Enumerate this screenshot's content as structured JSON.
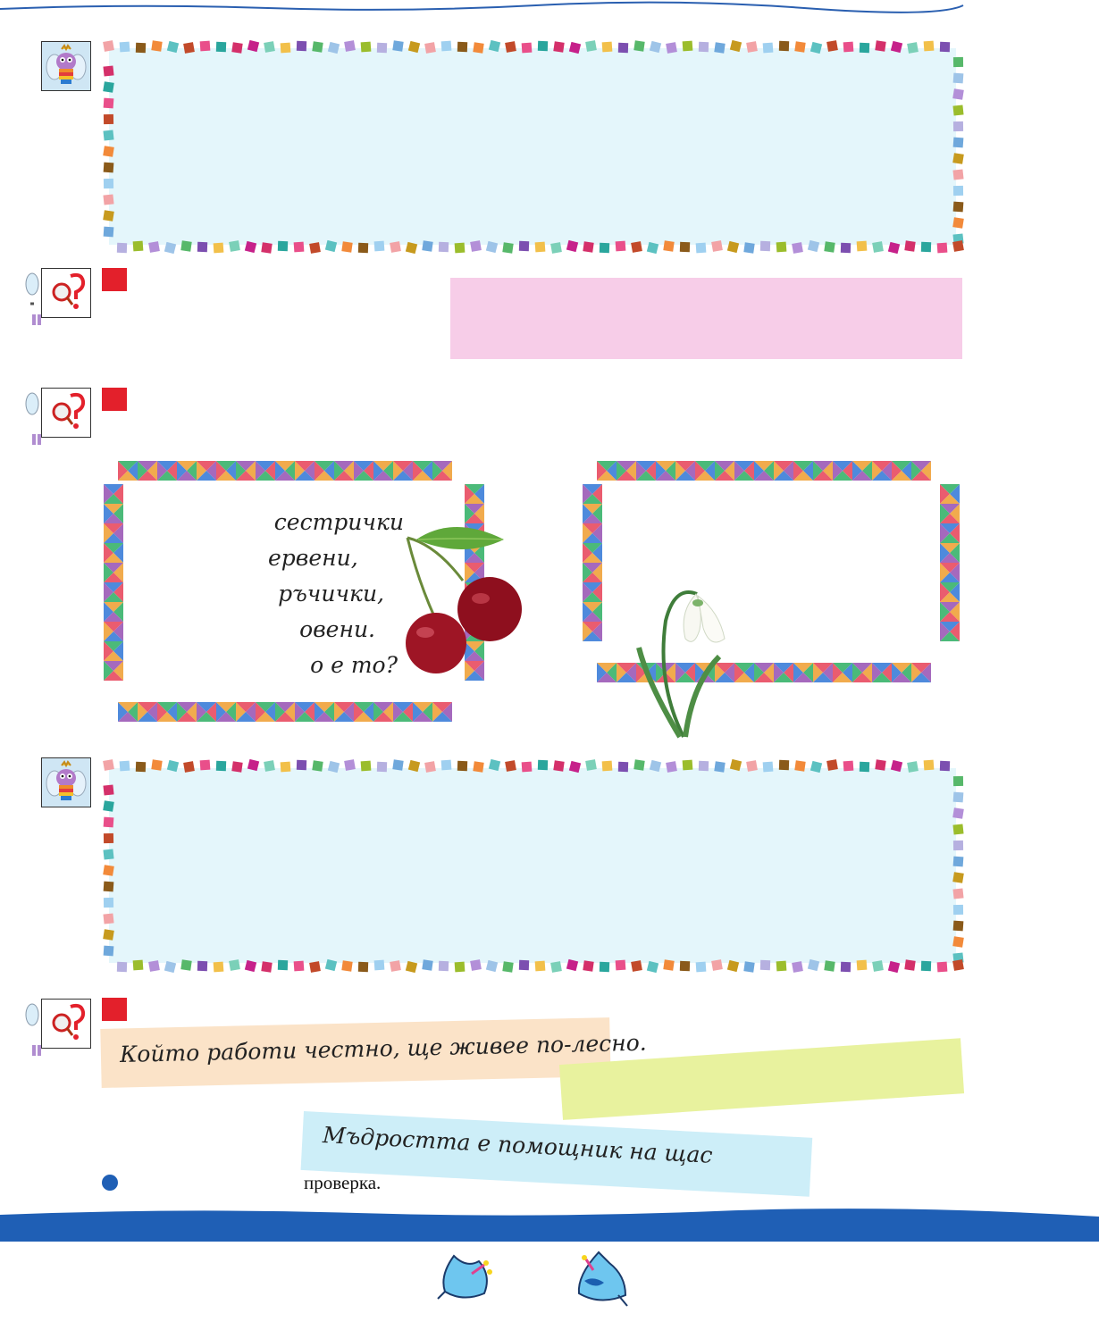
{
  "riddle": {
    "lines": [
      "сестрички",
      "ервени,",
      "ръчички,",
      "овени.",
      "о е то?"
    ]
  },
  "proverbs": {
    "first": "Който работи честно, ще живее по-лесно.",
    "second": "Мъдростта е помощник на щас"
  },
  "footer_note": "проверка.",
  "icons": {
    "bee": "bee-mascot-icon",
    "detective": "magnifier-question-icon",
    "cherries": "cherries-picture",
    "snowdrop": "snowdrop-picture",
    "flower_left": "bluebell-flower-icon",
    "flower_right": "bluebell-flower-icon"
  },
  "colors": {
    "accent_red": "#e3202b",
    "band_blue": "#1f5fb5",
    "panel_light_blue": "#e4f6fb",
    "pink_panel": "#f7cde8",
    "peach_strip": "#fbe3c8",
    "lime_strip": "#e8f29e",
    "sky_strip": "#cdeef8"
  }
}
